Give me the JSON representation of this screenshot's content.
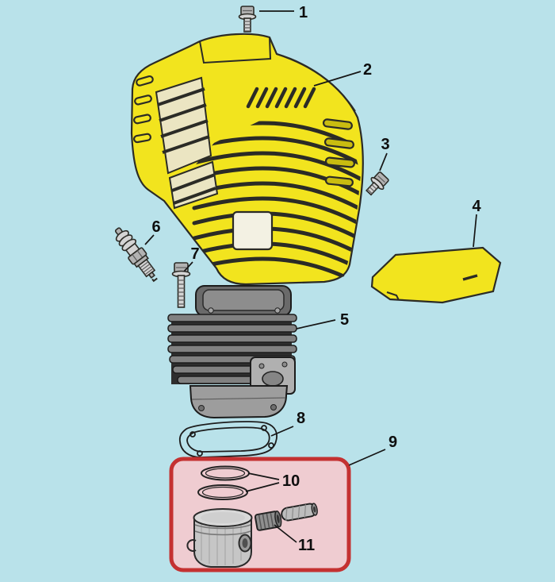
{
  "colors": {
    "background": "#b9e2ea",
    "outline": "#2b2b26",
    "part_yellow": "#f2e41e",
    "vent_cream": "#ebe5c2",
    "cutout_white": "#f3f1e3",
    "metal_light": "#d4d4d4",
    "metal_mid": "#b2b2b2",
    "metal_dark": "#8b8b8b",
    "cylinder_dark": "#2e2e2e",
    "cylinder_fin": "#818181",
    "cylinder_cap": "#6a6a6a",
    "skirt_gray": "#9d9d9d",
    "piston_gray": "#c6c6c6",
    "highlight_stroke": "#c43131",
    "highlight_fill": "#efccd1",
    "leader_line": "#161616",
    "callout_text": "#0e0e0e"
  },
  "callouts": {
    "1": {
      "label": "1"
    },
    "2": {
      "label": "2"
    },
    "3": {
      "label": "3"
    },
    "4": {
      "label": "4"
    },
    "5": {
      "label": "5"
    },
    "6": {
      "label": "6"
    },
    "7": {
      "label": "7"
    },
    "8": {
      "label": "8"
    },
    "9": {
      "label": "9"
    },
    "10": {
      "label": "10"
    },
    "11": {
      "label": "11"
    }
  }
}
